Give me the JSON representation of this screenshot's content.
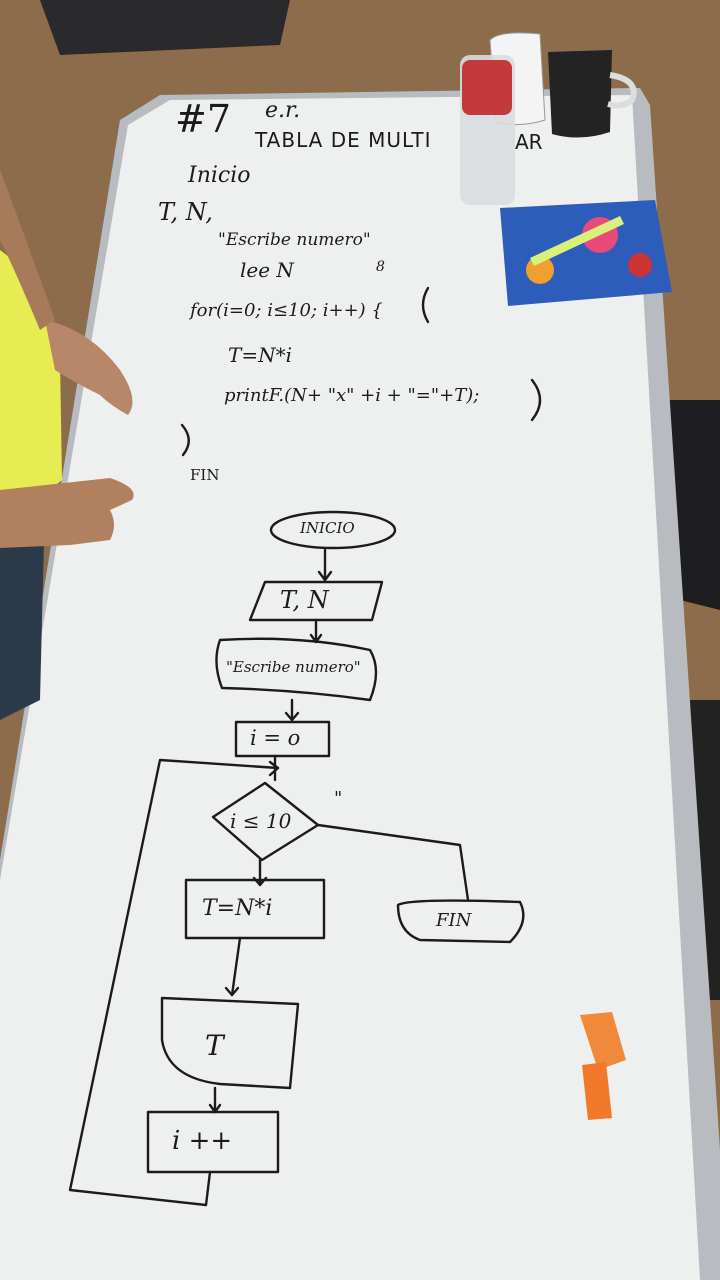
{
  "board": {
    "title_number": "#7",
    "title_superscript": "e.r.",
    "title_text": "TABLA DE MULTI",
    "title_tail": "AR"
  },
  "pseudocode": {
    "start": "Inicio",
    "vars": "T, N,",
    "prompt": "\"Escribe numero\"",
    "read": "lee N",
    "side_note": "8",
    "loop": "for(i=0; i≤10; i++) {",
    "assign": "T=N*i",
    "print": "printF.(N+ \"x\" +i + \"=\"+T);",
    "close": "}",
    "end": "FIN"
  },
  "flowchart": {
    "start": "INICIO",
    "declare": "T, N",
    "prompt": "\"Escribe numero\"",
    "init": "i = o",
    "condition": "i ≤ 10",
    "condition_note": "\"",
    "assign": "T=N*i",
    "end": "FIN",
    "output": "T",
    "increment": "i ++"
  }
}
